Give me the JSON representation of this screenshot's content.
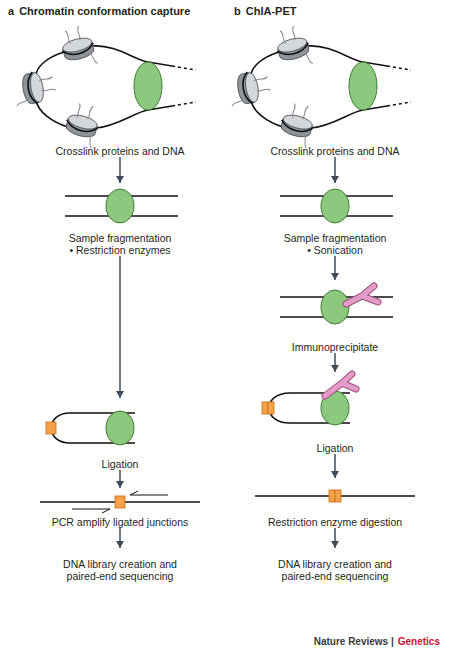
{
  "diagram": {
    "nodes": [
      {
        "text": [
          "Crosslink proteins and DNA"
        ]
      },
      {
        "text": [
          "Sample fragmentation",
          "• Restriction enzymes"
        ]
      },
      {
        "text": [
          "Ligation"
        ]
      },
      {
        "text": [
          "PCR amplify ligated junctions"
        ]
      },
      {
        "text": [
          "DNA library creation and paired-end sequencing"
        ]
      },
      {
        "text": [
          "Crosslink proteins and DNA"
        ]
      },
      {
        "text": [
          "Sample fragmentation",
          "• Sonication"
        ]
      },
      {
        "text": [
          "Immunoprecipitate"
        ]
      },
      {
        "text": [
          "Ligation"
        ]
      },
      {
        "text": [
          "Restriction enzyme digestion"
        ]
      },
      {
        "text": [
          "DNA library creation and paired-end sequencing"
        ]
      }
    ],
    "edges": [
      {
        "from": 0,
        "to": 1,
        "arrow": "to"
      },
      {
        "from": 1,
        "to": 2,
        "arrow": "to"
      },
      {
        "from": 2,
        "to": 3,
        "arrow": "to"
      },
      {
        "from": 3,
        "to": 4,
        "arrow": "to"
      },
      {
        "from": 5,
        "to": 6,
        "arrow": "to"
      },
      {
        "from": 6,
        "to": 7,
        "arrow": "to"
      },
      {
        "from": 7,
        "to": 8,
        "arrow": "to"
      },
      {
        "from": 8,
        "to": 9,
        "arrow": "to"
      },
      {
        "from": 9,
        "to": 10,
        "arrow": "to"
      }
    ],
    "labels": [
      "a",
      "Chromatin conformation capture",
      "b",
      "ChIA-PET",
      "Nature Reviews |",
      "Genetics"
    ]
  }
}
